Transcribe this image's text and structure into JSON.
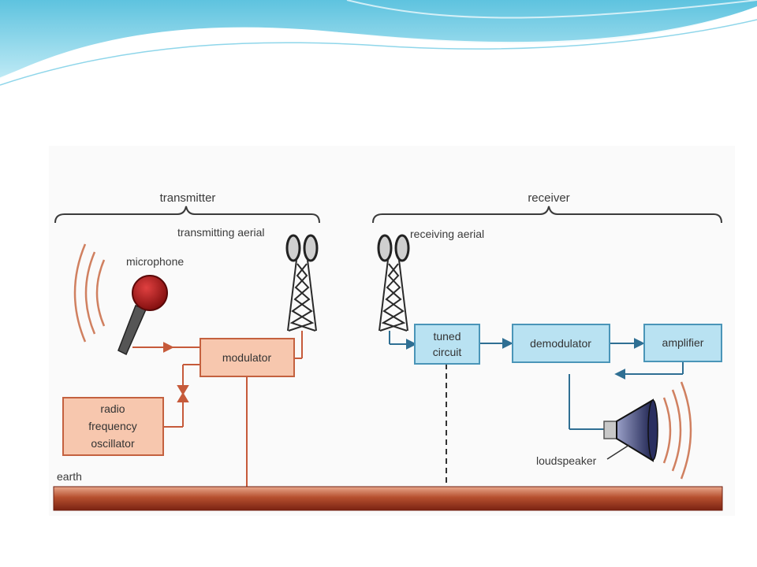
{
  "diagram": {
    "transmitter_label": "transmitter",
    "receiver_label": "receiver",
    "transmitting_aerial_label": "transmitting aerial",
    "receiving_aerial_label": "receiving aerial",
    "microphone_label": "microphone",
    "modulator_label": "modulator",
    "oscillator_lines": [
      "radio",
      "frequency",
      "oscillator"
    ],
    "tuned_circuit_lines": [
      "tuned",
      "circuit"
    ],
    "demodulator_label": "demodulator",
    "amplifier_label": "amplifier",
    "loudspeaker_label": "loudspeaker",
    "earth_label": "earth"
  },
  "colors": {
    "transmitter_box_fill": "#f7c7ae",
    "transmitter_box_stroke": "#c4613f",
    "transmitter_wire": "#c65a3a",
    "receiver_box_fill": "#b9e2f2",
    "receiver_box_stroke": "#4a95b8",
    "receiver_wire": "#2f6f93",
    "microphone_head": "#b01818",
    "earth_bar": "#a8442a",
    "header_wave": "#7fd0e6"
  }
}
